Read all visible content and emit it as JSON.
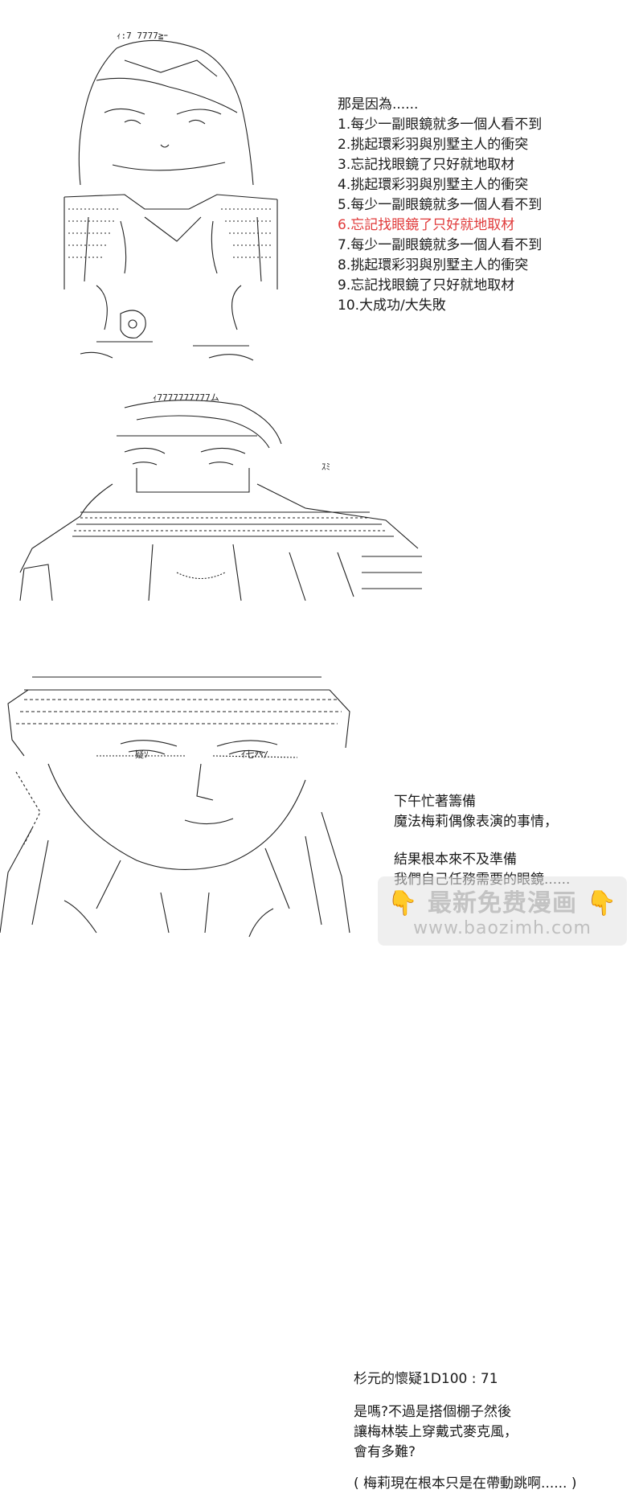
{
  "panel1": {
    "lines": [
      "那是因為......",
      "1.每少一副眼鏡就多一個人看不到",
      "2.挑起環彩羽與別墅主人的衝突",
      "3.忘記找眼鏡了只好就地取材",
      "4.挑起環彩羽與別墅主人的衝突",
      "5.每少一副眼鏡就多一個人看不到",
      "6.忘記找眼鏡了只好就地取材",
      "7.每少一副眼鏡就多一個人看不到",
      "8.挑起環彩羽與別墅主人的衝突",
      "9.忘記找眼鏡了只好就地取材",
      "10.大成功/大失敗"
    ],
    "highlight_color": "#e03a3a"
  },
  "panel2": {
    "line1": "下午忙著籌備",
    "line2": "魔法梅莉偶像表演的事情，",
    "line3": "結果根本來不及準備",
    "line4": "我們自己任務需要的眼鏡......"
  },
  "panel3": {
    "roll": "杉元的懷疑1D100 : 71",
    "line1": "是嗎?不過是搭個棚子然後",
    "line2": "讓梅林裝上穿戴式麥克風，",
    "line3": "會有多難?",
    "line4": "( 梅莉現在根本只是在帶動跳啊...... )"
  },
  "figure_glyphs": {
    "aa1_text": "ｨ:7 7777≧ｰ",
    "aa2_text": "ｨ7777777777ム",
    "aa2_bubble": "ｽﾐ",
    "aa3_label1": "疑ｿ",
    "aa3_label2": "ｲ七癶/"
  },
  "watermark": {
    "title": "最新免费漫画",
    "url": "www.baozimh.com",
    "icon": "👇"
  }
}
